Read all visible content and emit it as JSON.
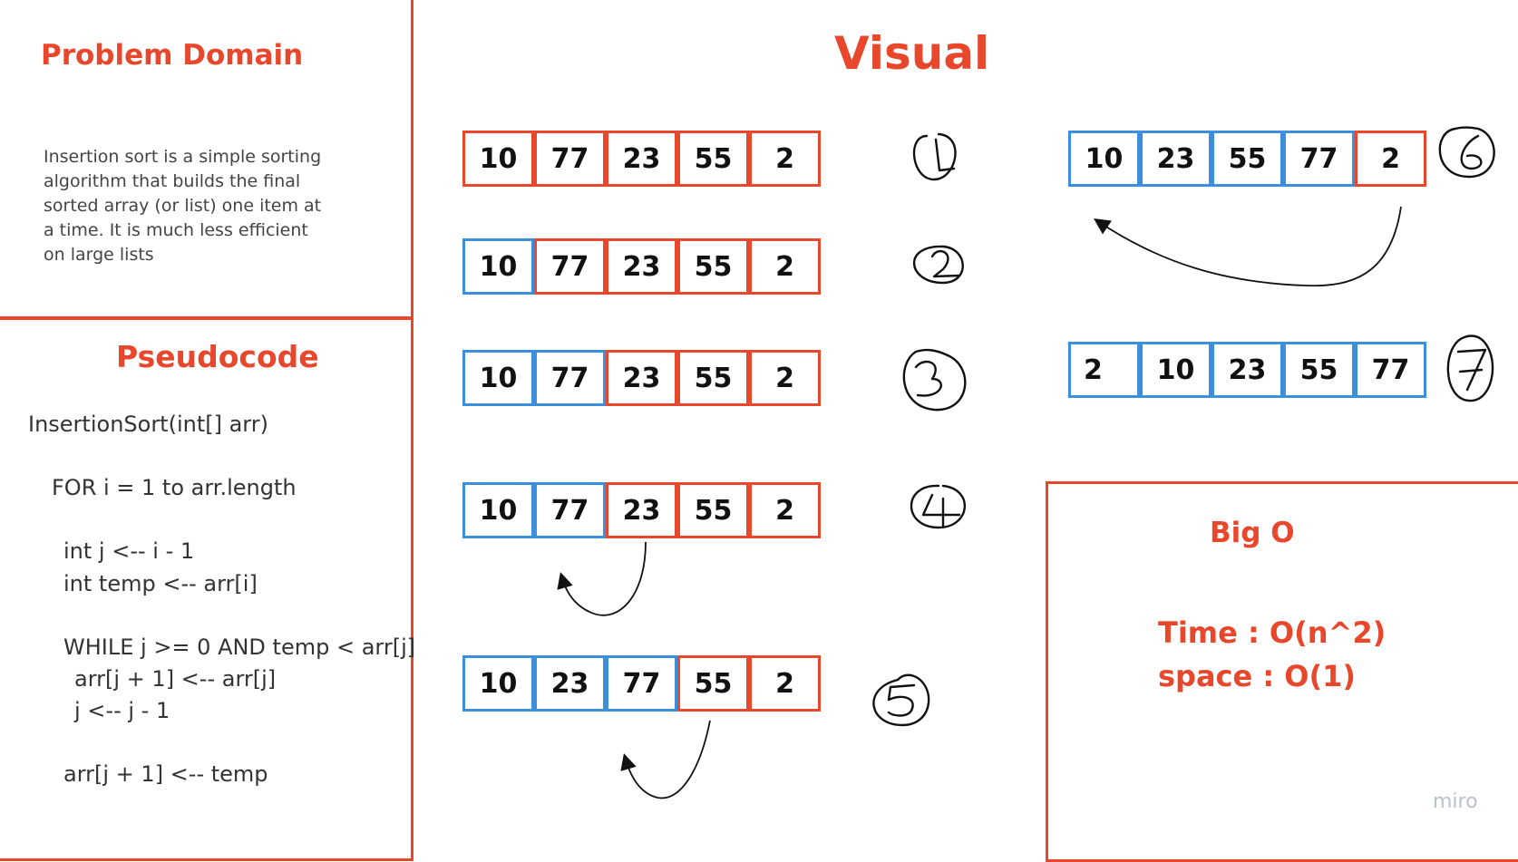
{
  "problem": {
    "title": "Problem Domain",
    "description": "Insertion sort is a simple sorting algorithm that builds the final sorted array (or list) one item at a time. It is much less efficient on large lists"
  },
  "pseudocode": {
    "title": "Pseudocode",
    "lines": [
      "InsertionSort(int[] arr)",
      "FOR i = 1 to arr.length",
      "int j <-- i - 1",
      "int temp <-- arr[i]",
      "WHILE j >= 0 AND temp < arr[j]",
      "arr[j + 1] <-- arr[j]",
      "j <-- j - 1",
      "arr[j + 1] <-- temp"
    ]
  },
  "visual": {
    "title": "Visual",
    "steps": [
      {
        "label": "1",
        "values": [
          "10",
          "77",
          "23",
          "55",
          "2"
        ],
        "colors": [
          "red",
          "red",
          "red",
          "red",
          "red"
        ]
      },
      {
        "label": "2",
        "values": [
          "10",
          "77",
          "23",
          "55",
          "2"
        ],
        "colors": [
          "blue",
          "red",
          "red",
          "red",
          "red"
        ]
      },
      {
        "label": "3",
        "values": [
          "10",
          "77",
          "23",
          "55",
          "2"
        ],
        "colors": [
          "blue",
          "blue",
          "red",
          "red",
          "red"
        ]
      },
      {
        "label": "4",
        "values": [
          "10",
          "77",
          "23",
          "55",
          "2"
        ],
        "colors": [
          "blue",
          "blue",
          "red",
          "red",
          "red"
        ]
      },
      {
        "label": "5",
        "values": [
          "10",
          "23",
          "77",
          "55",
          "2"
        ],
        "colors": [
          "blue",
          "blue",
          "blue",
          "red",
          "red"
        ]
      },
      {
        "label": "6",
        "values": [
          "10",
          "23",
          "55",
          "77",
          "2"
        ],
        "colors": [
          "blue",
          "blue",
          "blue",
          "blue",
          "red"
        ]
      },
      {
        "label": "7",
        "values": [
          "2",
          "10",
          "23",
          "55",
          "77"
        ],
        "colors": [
          "blue",
          "blue",
          "blue",
          "blue",
          "blue"
        ]
      }
    ]
  },
  "big_o": {
    "title": "Big O",
    "time": "Time : O(n^2)",
    "space": "space : O(1)"
  },
  "watermark": "miro",
  "colors": {
    "accent": "#e8472b",
    "blue": "#3b8fdc",
    "ink": "#111111"
  }
}
